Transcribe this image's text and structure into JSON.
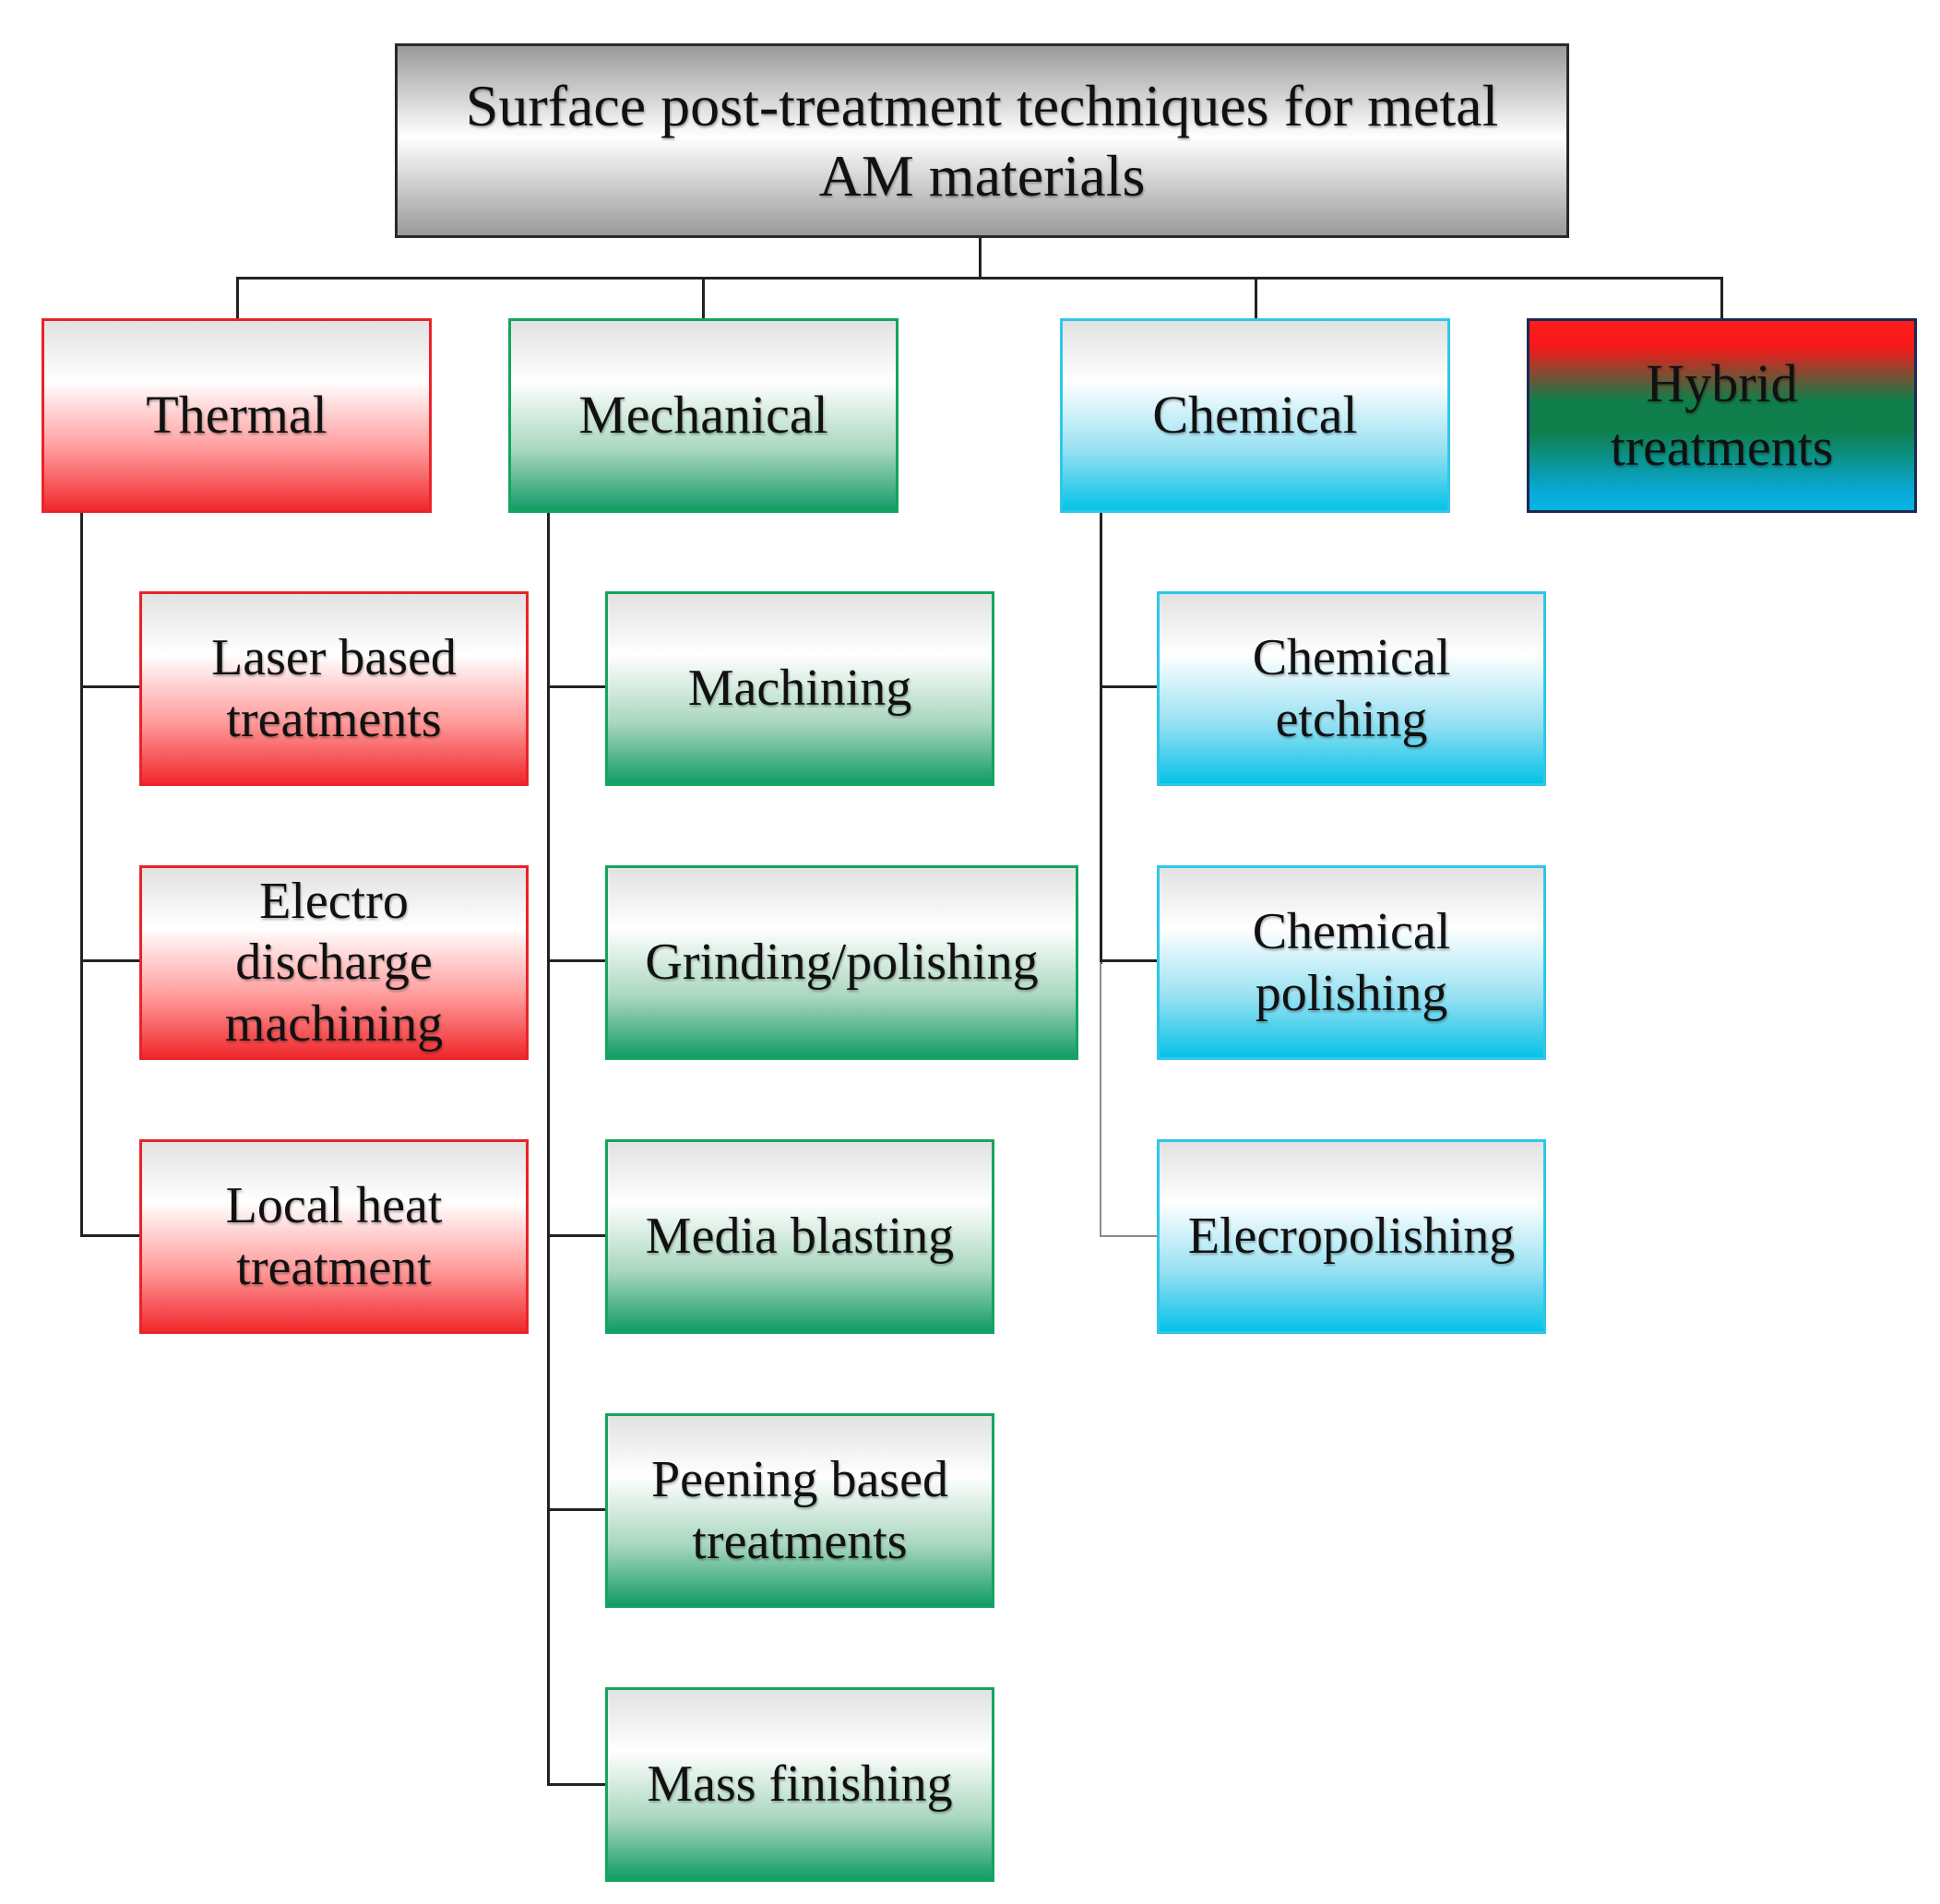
{
  "root": {
    "line1": "Surface post-treatment techniques for metal",
    "line2": "AM materials"
  },
  "categories": {
    "thermal": {
      "label": "Thermal",
      "items": [
        [
          "Laser based",
          "treatments"
        ],
        [
          "Electro",
          "discharge",
          "machining"
        ],
        [
          "Local heat",
          "treatment"
        ]
      ]
    },
    "mechanical": {
      "label": "Mechanical",
      "items": [
        [
          "Machining"
        ],
        [
          "Grinding/polishing"
        ],
        [
          "Media blasting"
        ],
        [
          "Peening based",
          "treatments"
        ],
        [
          "Mass finishing"
        ]
      ]
    },
    "chemical": {
      "label": "Chemical",
      "items": [
        [
          "Chemical",
          "etching"
        ],
        [
          "Chemical",
          "polishing"
        ],
        [
          "Elecropolishing"
        ]
      ]
    },
    "hybrid": {
      "label_line1": "Hybrid",
      "label_line2": "treatments"
    }
  },
  "colors": {
    "thermal": "#f0292d",
    "mechanical": "#139c68",
    "chemical": "#05c2e8",
    "hybrid_top": "#ff1b1b",
    "hybrid_middle": "#0f7e4a",
    "hybrid_bottom": "#06b4e2",
    "root_gray": "#9a9a9a"
  }
}
